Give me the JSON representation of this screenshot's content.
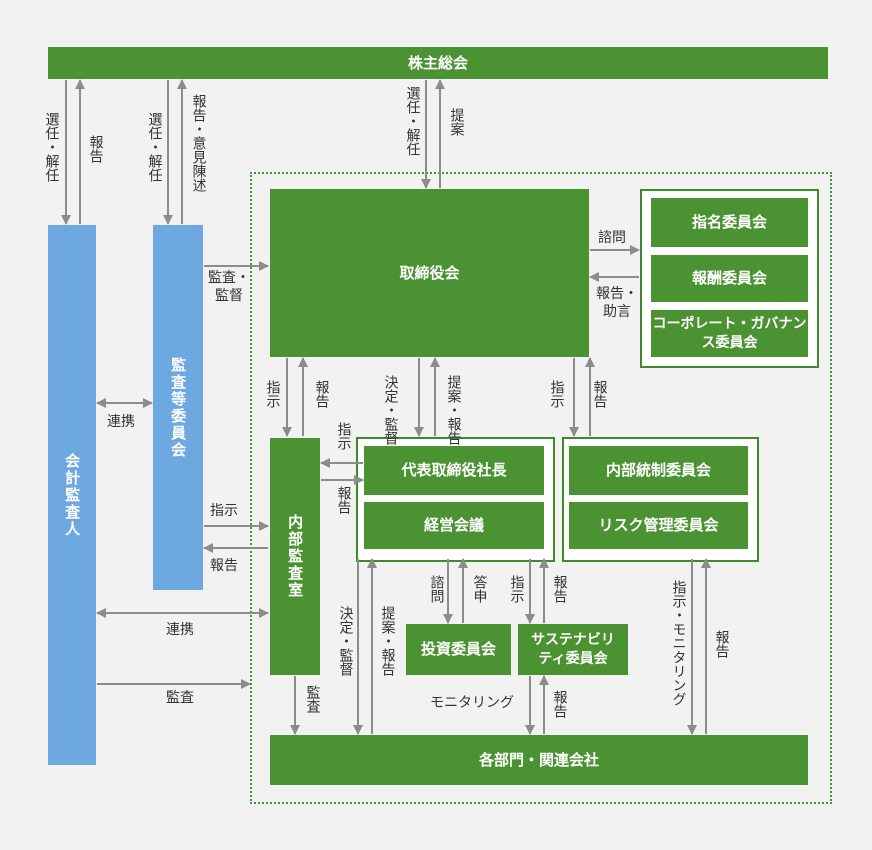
{
  "boxes": {
    "shareholders": "株主総会",
    "board": "取締役会",
    "nomination": "指名委員会",
    "compensation": "報酬委員会",
    "governance": "コーポレート・ガバナンス委員会",
    "auditor": "会計監査人",
    "audit_committee": "監査等委員会",
    "internal_audit": "内部監査室",
    "president": "代表取締役社長",
    "management_meeting": "経営会議",
    "internal_control": "内部統制委員会",
    "risk_management": "リスク管理委員会",
    "investment": "投資委員会",
    "sustainability": "サステナビリティ委員会",
    "departments": "各部門・関連会社"
  },
  "labels": {
    "elect_dismiss": "選任・解任",
    "report": "報告",
    "report_opinion": "報告・意見陳述",
    "proposal": "提案",
    "consult": "諮問",
    "report_advice": "報告・助言",
    "audit_supervise": "監査・監督",
    "instruct": "指示",
    "decide_supervise": "決定・監督",
    "propose_report": "提案・報告",
    "cooperate": "連携",
    "audit": "監査",
    "answer": "答申",
    "instruct_monitor": "指示・モニタリング",
    "monitoring": "モニタリング"
  }
}
